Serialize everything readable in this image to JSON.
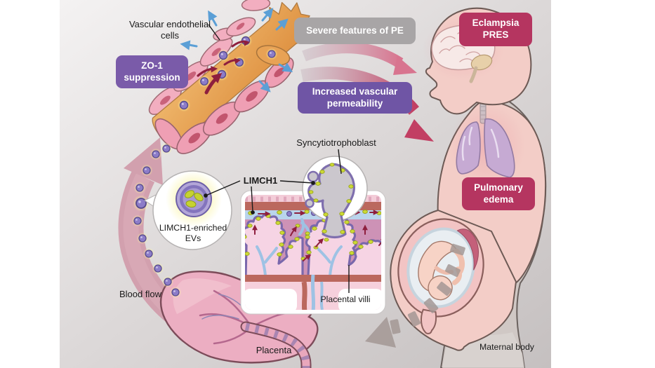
{
  "figure_type": "graphical-abstract-diagram",
  "labels": {
    "vascular_endothelial_cells": "Vascular endothelial\ncells",
    "syncytiotrophoblast": "Syncytiotrophoblast",
    "limch1": "LIMCH1",
    "limch1_evs": "LIMCH1-enriched\nEVs",
    "blood_flow": "Blood flow",
    "placenta": "Placenta",
    "placental_villi": "Placental villi",
    "maternal_body": "Maternal body"
  },
  "callout_boxes": {
    "zo1": {
      "text": "ZO-1\nsuppression",
      "color": "#7a5ba9"
    },
    "severe_pe": {
      "text": "Severe features of PE",
      "color": "#a8a5a6"
    },
    "eclampsia": {
      "text": "Eclampsia\nPRES",
      "color": "#b53560"
    },
    "increased_permeability": {
      "text": "Increased vascular\npermeability",
      "color": "#6f55a5"
    },
    "pulmonary_edema": {
      "text": "Pulmonary\nedema",
      "color": "#b53560"
    }
  },
  "icons": {
    "ev_dot": "extracellular-vesicle-dot",
    "limch1_protein": "yellow-green-oval",
    "leak_arrow": "blue-permeability-arrow",
    "flow_arrow": "dark-red-flow-arrow",
    "dashed_arrow": "gray-dashed-arrow"
  },
  "colors": {
    "background_gradient": [
      "#f2f0f0",
      "#c6c1c1"
    ],
    "purple_box": "#7a5ba9",
    "gray_box": "#a8a5a6",
    "crimson_box": "#b53560",
    "vessel_lumen": "#e59a4c",
    "endothelial_cell": "#ef9fb4",
    "ev_purple": "#8c7cc8",
    "limch1_yellow": "#cdd935",
    "blood_flow_arrow": "#d2a0ae",
    "skin_pink": "#f3cdc7",
    "lung_purple": "#c6aad3",
    "blue_arrow": "#5b9fd6",
    "dark_red_arrow": "#8e1f3e",
    "maternal_blood_blue": "#b9d4ec",
    "villi_mauve": "#cd92b6"
  }
}
